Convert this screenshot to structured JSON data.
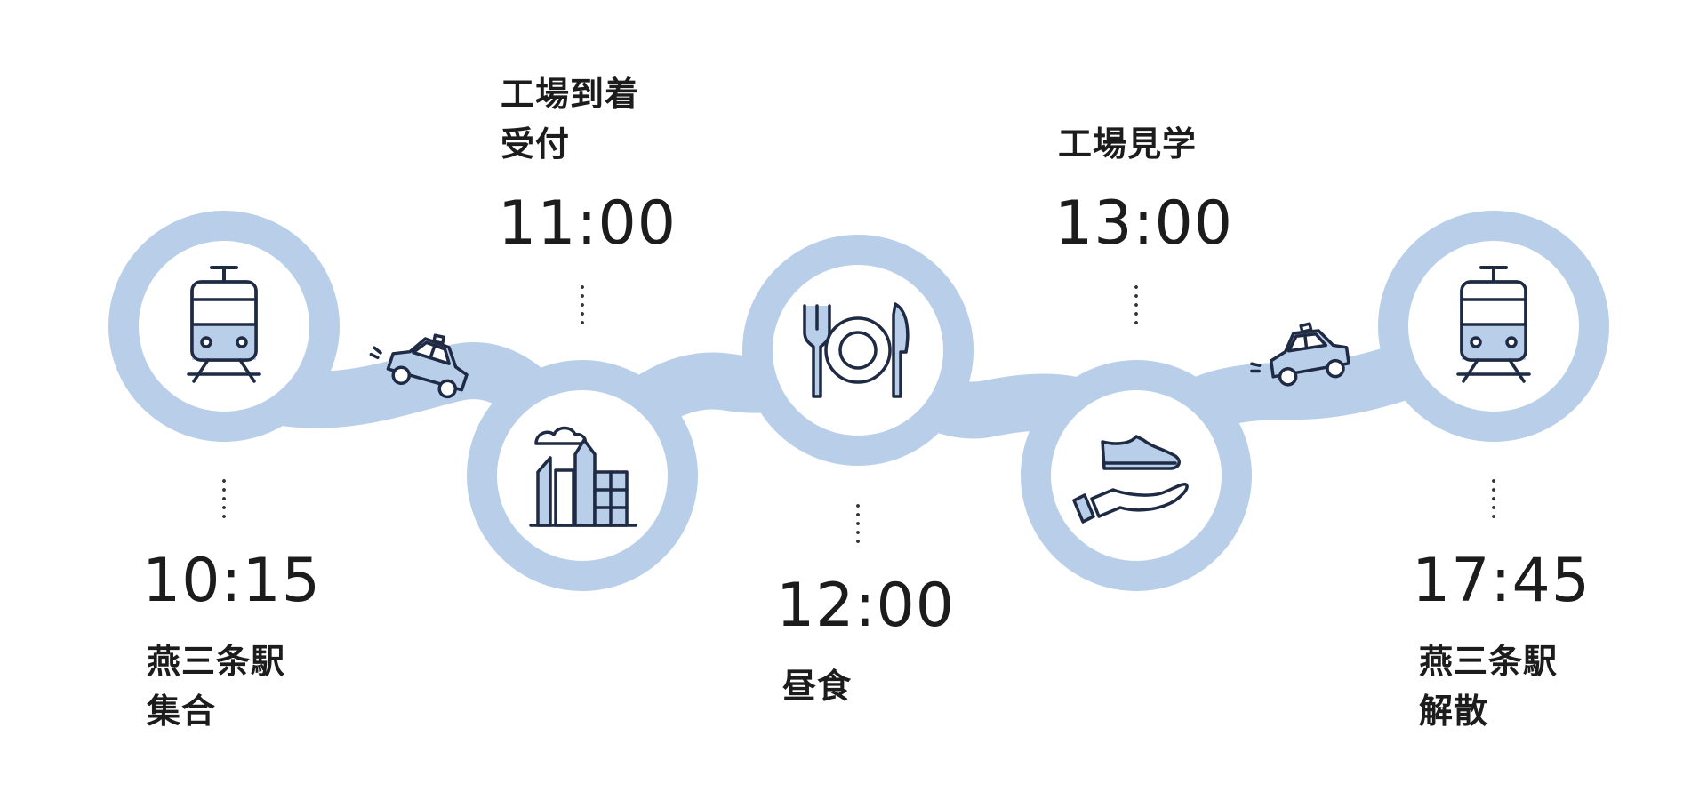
{
  "colors": {
    "path": "#b9cfe9",
    "node_fill": "#ffffff",
    "icon_stroke": "#1f2a44",
    "icon_fill": "#b9cfe9",
    "text": "#1c1c1c"
  },
  "steps": [
    {
      "time": "10:15",
      "label_line1": "燕三条駅",
      "label_line2": "集合",
      "icon": "train-icon"
    },
    {
      "time": "11:00",
      "label_line1": "工場到着",
      "label_line2": "受付",
      "icon": "factory-buildings-icon"
    },
    {
      "time": "12:00",
      "label_line1": "昼食",
      "label_line2": "",
      "icon": "plate-fork-knife-icon"
    },
    {
      "time": "13:00",
      "label_line1": "工場見学",
      "label_line2": "",
      "icon": "shoe-hand-icon"
    },
    {
      "time": "17:45",
      "label_line1": "燕三条駅",
      "label_line2": "解散",
      "icon": "train-icon"
    }
  ],
  "transfers": [
    {
      "icon": "taxi-icon"
    },
    {
      "icon": "taxi-icon"
    }
  ]
}
